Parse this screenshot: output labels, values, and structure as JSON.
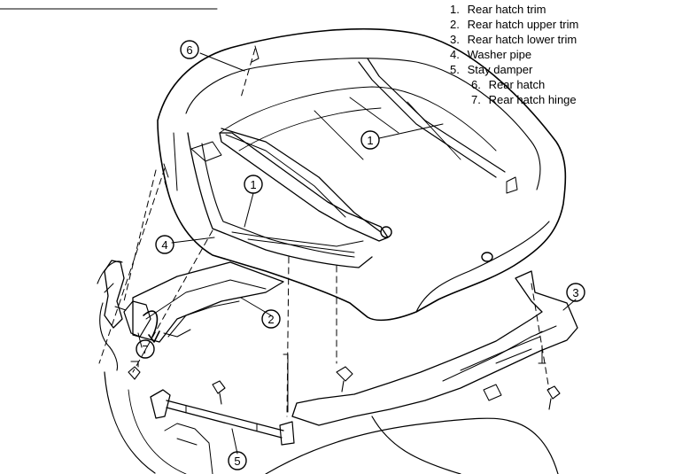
{
  "legend": [
    {
      "num": "1.",
      "label": "Rear hatch trim"
    },
    {
      "num": "2.",
      "label": "Rear hatch upper trim"
    },
    {
      "num": "3.",
      "label": "Rear hatch lower trim"
    },
    {
      "num": "4.",
      "label": "Washer pipe"
    },
    {
      "num": "5.",
      "label": "Stay damper"
    },
    {
      "num": "6.",
      "label": "Rear hatch"
    },
    {
      "num": "7.",
      "label": "Rear hatch hinge"
    }
  ],
  "callouts": {
    "c1a": "1",
    "c1b": "1",
    "c2": "2",
    "c3": "3",
    "c4": "4",
    "c5": "5",
    "c6": "6",
    "c7": "7"
  }
}
